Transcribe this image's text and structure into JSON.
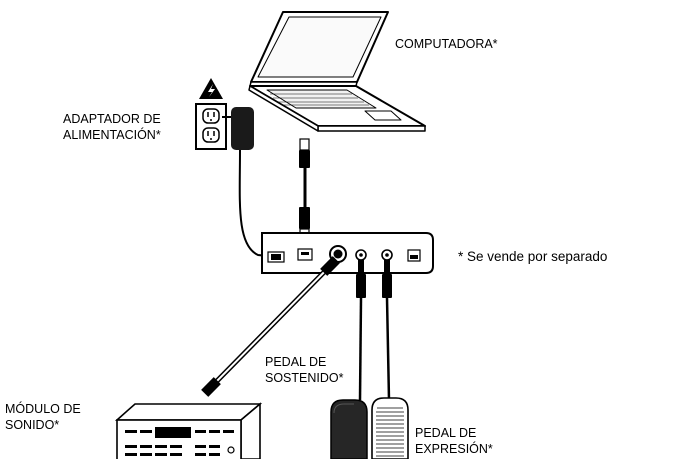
{
  "labels": {
    "computer": "COMPUTADORA*",
    "adapter_line1": "ADAPTADOR DE",
    "adapter_line2": "ALIMENTACIÓN*",
    "sustain_line1": "PEDAL DE",
    "sustain_line2": "SOSTENIDO*",
    "module_line1": "MÓDULO DE",
    "module_line2": "SONIDO*",
    "expression_line1": "PEDAL DE",
    "expression_line2": "EXPRESIÓN*",
    "footnote": "* Se vende por separado"
  },
  "colors": {
    "line": "#000000",
    "device_fill": "#ffffff",
    "pad_fill": "#2a2a2a"
  }
}
